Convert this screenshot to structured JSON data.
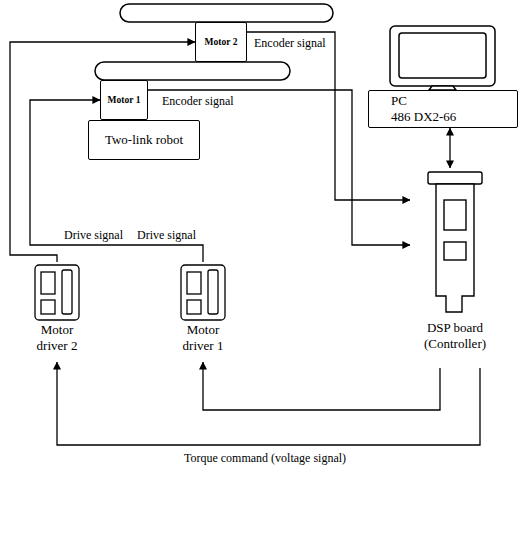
{
  "diagram": {
    "nodes": [
      {
        "text": [
          "Motor 2"
        ]
      },
      {
        "text": [
          "Motor 1"
        ]
      },
      {
        "text": [
          "Two-link robot"
        ]
      },
      {
        "text": [
          "PC",
          "486 DX2-66"
        ]
      },
      {
        "text": [
          "Motor driver 2"
        ]
      },
      {
        "text": [
          "Motor driver 1"
        ]
      },
      {
        "text": [
          "DSP board (Controller)"
        ]
      }
    ],
    "edges": [
      {
        "from": 0,
        "to": 6,
        "label": "Encoder signal",
        "arrow": "to"
      },
      {
        "from": 1,
        "to": 6,
        "label": "Encoder signal",
        "arrow": "to"
      },
      {
        "from": 4,
        "to": 0,
        "label": "Drive signal",
        "arrow": "to"
      },
      {
        "from": 5,
        "to": 1,
        "label": "Drive signal",
        "arrow": "to"
      },
      {
        "from": 6,
        "to": 4,
        "label": "Torque command (voltage signal)",
        "arrow": "to"
      },
      {
        "from": 6,
        "to": 5,
        "arrow": "to"
      },
      {
        "from": 3,
        "to": 6,
        "arrow": "both"
      }
    ]
  }
}
